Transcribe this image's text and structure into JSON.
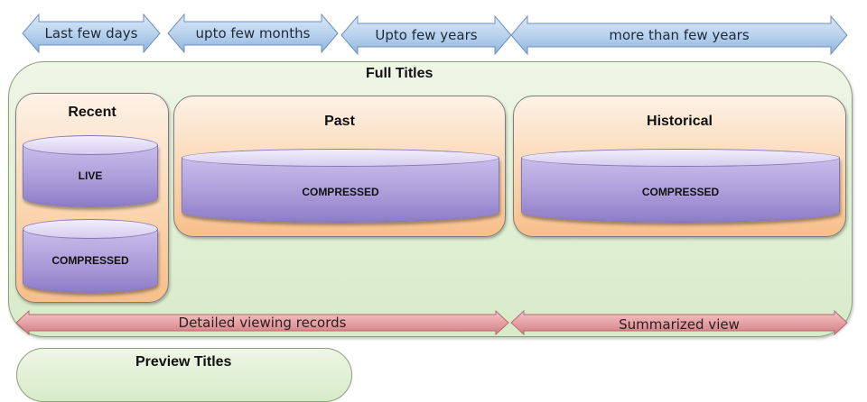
{
  "timeline": {
    "arrows": [
      {
        "label": "Last few days"
      },
      {
        "label": "upto few months"
      },
      {
        "label": "Upto few years"
      },
      {
        "label": "more than few years"
      }
    ]
  },
  "full_titles": {
    "title": "Full  Titles",
    "recent": {
      "title": "Recent",
      "stores": [
        {
          "label": "LIVE"
        },
        {
          "label": "COMPRESSED"
        }
      ]
    },
    "past": {
      "title": "Past",
      "stores": [
        {
          "label": "COMPRESSED"
        }
      ]
    },
    "historical": {
      "title": "Historical",
      "stores": [
        {
          "label": "COMPRESSED"
        }
      ]
    },
    "ranges": [
      {
        "label": "Detailed viewing records"
      },
      {
        "label": "Summarized view"
      }
    ]
  },
  "preview_titles": {
    "title": "Preview Titles"
  },
  "colors": {
    "blue_arrow": "#b9d3ee",
    "red_arrow": "#e7a2a6",
    "panel_green": "#d7ebc8",
    "box_orange": "#fad6b0",
    "cylinder_purple": "#a89ad8"
  }
}
